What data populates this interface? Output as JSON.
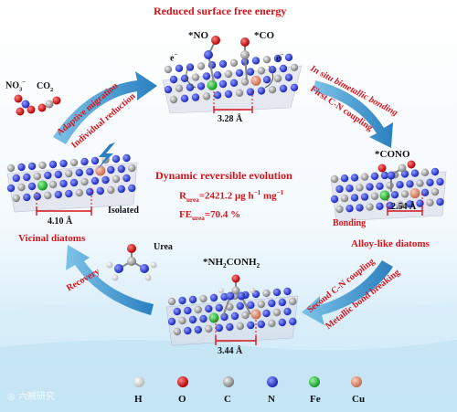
{
  "title": "Reduced surface free energy",
  "top_cluster": {
    "adsorbate_1": "*NO",
    "adsorbate_2": "*CO",
    "electron_1": "e",
    "electron_2": "e",
    "distance": "3.28 Å"
  },
  "left_cluster": {
    "reactant_1": "NO",
    "reactant_1_sub": "3",
    "reactant_1_sup": "−",
    "reactant_2": "CO",
    "reactant_2_sub": "2",
    "state": "Isolated",
    "distance": "4.10 Å",
    "caption": "Vicinal diatoms"
  },
  "right_cluster": {
    "intermediate": "*CONO",
    "state": "Bonding",
    "distance": "2.54 Å",
    "caption": "Alloy-like diatoms"
  },
  "bottom_cluster": {
    "intermediate_prefix": "*NH",
    "intermediate_sub1": "2",
    "intermediate_mid": "CONH",
    "intermediate_sub2": "2",
    "distance": "3.44 Å",
    "product": "Urea"
  },
  "arrows": {
    "adaptive_migration": "Adaptive migration",
    "individual_reduction": "Individual reduction",
    "in_situ_bonding": "In situ bimetallic bonding",
    "first_cn_coupling": "First C-N coupling",
    "second_cn_coupling": "Second C-N coupling",
    "metallic_bond_breaking": "Metallic bond breaking",
    "recovery": "Recovery"
  },
  "center": {
    "headline": "Dynamic reversible evolution",
    "rate_label": "R",
    "rate_sub": "urea",
    "rate_value": "=2421.2 μg h",
    "rate_unit2": " mg",
    "rate_exp": "−1",
    "fe_label": "FE",
    "fe_sub": "urea",
    "fe_value": "=70.4 %"
  },
  "legend": [
    {
      "symbol": "H",
      "color": "#e8e8e8"
    },
    {
      "symbol": "O",
      "color": "#e01010"
    },
    {
      "symbol": "C",
      "color": "#9a9a9a"
    },
    {
      "symbol": "N",
      "color": "#2a3ad8"
    },
    {
      "symbol": "Fe",
      "color": "#27c53a"
    },
    {
      "symbol": "Cu",
      "color": "#e88a6a"
    }
  ],
  "watermark": "六贼研究",
  "colors": {
    "accent_red": "#d8141b",
    "arrow_blue": "#2f8fc8",
    "sea": "#cfe9f7"
  }
}
